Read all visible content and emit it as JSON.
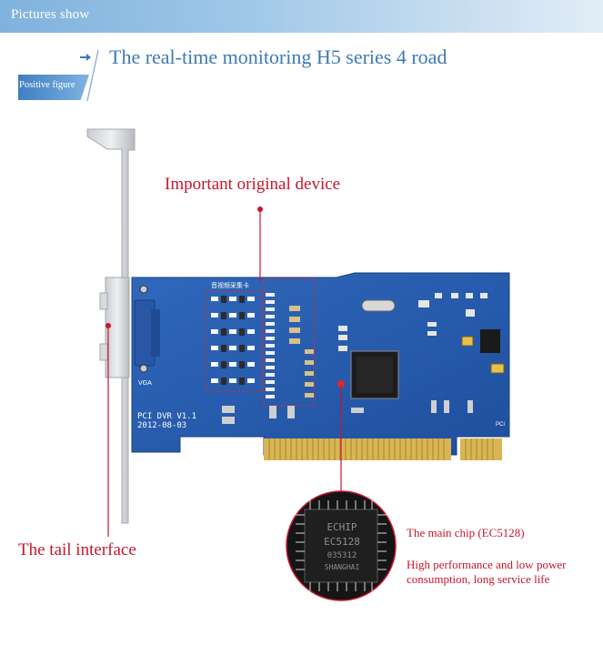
{
  "header": {
    "title": "Pictures show"
  },
  "headline": {
    "text": "The real-time monitoring H5 series 4 road"
  },
  "tag": {
    "label": "Positive figure"
  },
  "callouts": {
    "important_device": "Important original device",
    "tail_interface": "The tail interface",
    "main_chip": "The main chip (EC5128)",
    "description": "High performance and low power consumption, long service life"
  },
  "board": {
    "chinese_title": "音视频采集卡",
    "vga_label": "VGA",
    "model": "PCI DVR V1.1",
    "date": "2012-08-03",
    "pci_label": "PCI",
    "chip_text": [
      "ECHIP",
      "EC5128",
      "035312",
      "SHANGHAI"
    ]
  },
  "colors": {
    "accent": "#3f79b5",
    "callout": "#c8162d",
    "board_blue": "#2a5fb0",
    "gold": "#d9b553"
  }
}
